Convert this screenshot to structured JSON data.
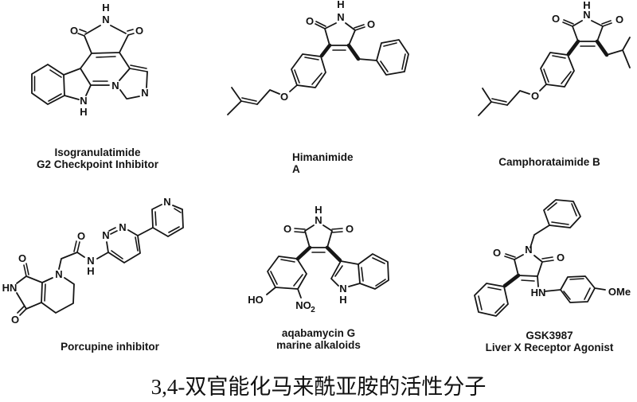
{
  "caption": "3,4-双官能化马来酰亚胺的活性分子",
  "structures": [
    {
      "id": "isogranulatimide",
      "label_lines": [
        "Isogranulatimide",
        "G2 Checkpoint Inhibitor"
      ],
      "atoms": {
        "imide_h": "H",
        "imide_n": "N",
        "o_left": "O",
        "o_right": "O",
        "ring_n": "N",
        "imidazole_n": "N",
        "indole_n": "N",
        "indole_h": "H"
      }
    },
    {
      "id": "himanimide-a",
      "label_lines": [
        "Himanimide",
        "A"
      ],
      "atoms": {
        "imide_h": "H",
        "imide_n": "N",
        "o_left": "O",
        "o_right": "O",
        "ether_o": "O"
      }
    },
    {
      "id": "camphorataimide-b",
      "label_lines": [
        "Camphorataimide B"
      ],
      "atoms": {
        "imide_h": "H",
        "imide_n": "N",
        "o_left": "O",
        "o_right": "O",
        "ether_o": "O"
      }
    },
    {
      "id": "porcupine-inhibitor",
      "label_lines": [
        "Porcupine inhibitor"
      ],
      "atoms": {
        "imide_hn": "HN",
        "o_top": "O",
        "o_bottom": "O",
        "ring_n": "N",
        "amide_o": "O",
        "amide_n": "N",
        "amide_h": "H",
        "pyridazine_n_left": "N",
        "pyridazine_n_right": "N",
        "pyridine_n": "N"
      }
    },
    {
      "id": "aqabamycin-g",
      "label_lines": [
        "aqabamycin G",
        "marine alkaloids"
      ],
      "atoms": {
        "imide_h": "H",
        "imide_n": "N",
        "o_left": "O",
        "o_right": "O",
        "ho": "HO",
        "no2_main": "NO",
        "no2_sub": "2",
        "indole_n": "N",
        "indole_h": "H"
      }
    },
    {
      "id": "gsk3987",
      "label_lines": [
        "GSK3987",
        "Liver X Receptor Agonist"
      ],
      "atoms": {
        "ring_n": "N",
        "o_left": "O",
        "o_right": "O",
        "hn": "HN",
        "ome": "OMe"
      }
    }
  ]
}
